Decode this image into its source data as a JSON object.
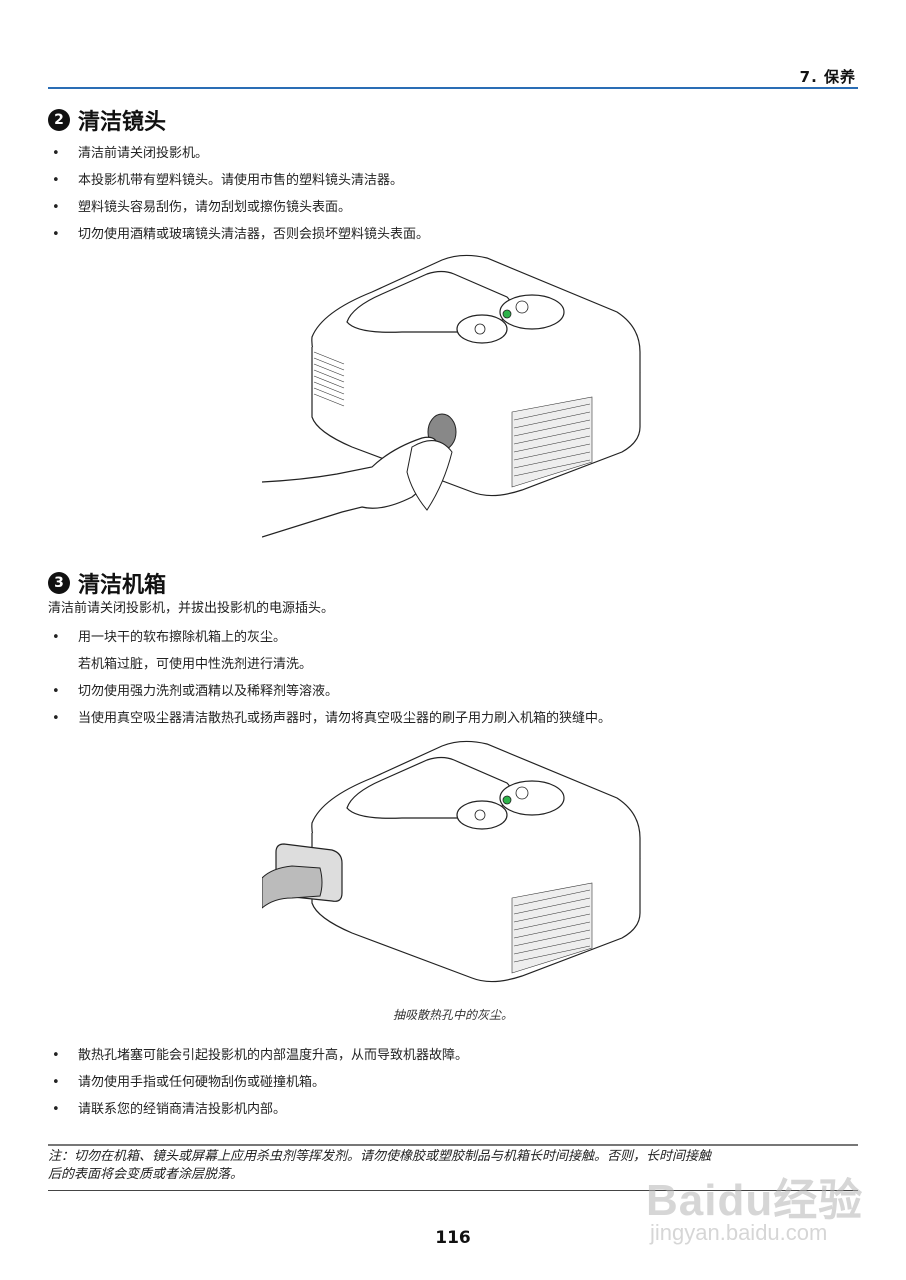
{
  "header": {
    "chapter": "7. 保养",
    "rule_color": "#2a6db5"
  },
  "section2": {
    "number": "2",
    "title": "清洁镜头",
    "bullets": [
      "清洁前请关闭投影机。",
      "本投影机带有塑料镜头。请使用市售的塑料镜头清洁器。",
      "塑料镜头容易刮伤，请勿刮划或擦伤镜头表面。",
      "切勿使用酒精或玻璃镜头清洁器，否则会损坏塑料镜头表面。"
    ],
    "figure": "projector-lens-cleaning-illustration"
  },
  "section3": {
    "number": "3",
    "title": "清洁机箱",
    "intro": "清洁前请关闭投影机，并拔出投影机的电源插头。",
    "bullets": [
      {
        "text": "用一块干的软布擦除机箱上的灰尘。",
        "bullet": true
      },
      {
        "text": "若机箱过脏，可使用中性洗剂进行清洗。",
        "bullet": false
      },
      {
        "text": "切勿使用强力洗剂或酒精以及稀释剂等溶液。",
        "bullet": true
      },
      {
        "text": "当使用真空吸尘器清洁散热孔或扬声器时，请勿将真空吸尘器的刷子用力刷入机箱的狭缝中。",
        "bullet": true
      }
    ],
    "figure": "projector-vacuum-vent-illustration",
    "caption": "抽吸散热孔中的灰尘。",
    "bullets_after": [
      "散热孔堵塞可能会引起投影机的内部温度升高，从而导致机器故障。",
      "请勿使用手指或任何硬物刮伤或碰撞机箱。",
      "请联系您的经销商清洁投影机内部。"
    ]
  },
  "note": {
    "line1": "注：切勿在机箱、镜头或屏幕上应用杀虫剂等挥发剂。请勿使橡胶或塑胶制品与机箱长时间接触。否则，长时间接触",
    "line2": "后的表面将会变质或者涂层脱落。"
  },
  "footer": {
    "page_number": "116"
  },
  "watermark": {
    "main": "Baidu经验",
    "sub": "jingyan.baidu.com"
  }
}
